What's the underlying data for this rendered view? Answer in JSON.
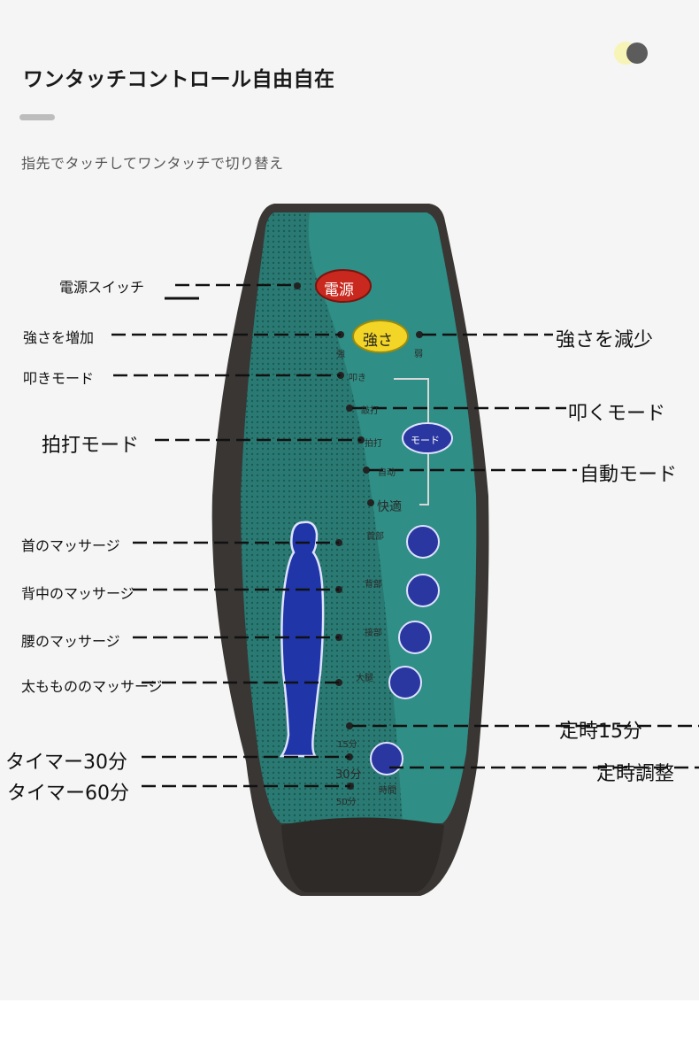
{
  "header": {
    "title": "ワンタッチコントロール自由自在",
    "subtitle": "指先でタッチしてワンタッチで切り替え"
  },
  "remote": {
    "buttons": {
      "power": "電源",
      "strength": "強さ",
      "mode": "モード"
    },
    "small_labels": {
      "strong": "強",
      "weak": "弱",
      "tap": "叩き",
      "knock": "敲打",
      "pat": "拍打",
      "auto": "自动",
      "comfort": "快適",
      "neck": "首部",
      "back": "背部",
      "waist": "接部",
      "thigh": "大腿",
      "t15": "15分",
      "t30": "30分",
      "t50": "50分",
      "time": "時間"
    }
  },
  "callouts": {
    "power_switch": "電源スイッチ",
    "increase": "強さを増加",
    "decrease": "強さを減少",
    "tap_mode": "叩きモード",
    "knock_mode": "叩くモード",
    "pat_mode": "拍打モード",
    "auto_mode": "自動モード",
    "neck": "首のマッサージ",
    "back": "背中のマッサージ",
    "waist": "腰のマッサージ",
    "thigh": "太ももののマッサージ",
    "timer15": "定時15分",
    "timer30": "タイマー30分",
    "timer60": "タイマー60分",
    "timer_adjust": "定時調整"
  },
  "colors": {
    "body": "#3a3634",
    "panel": "#2a7a73",
    "panel_light": "#2f8e85",
    "power_button": "#c8281e",
    "strength_button": "#f2d526",
    "blue_button": "#2b37a0"
  }
}
